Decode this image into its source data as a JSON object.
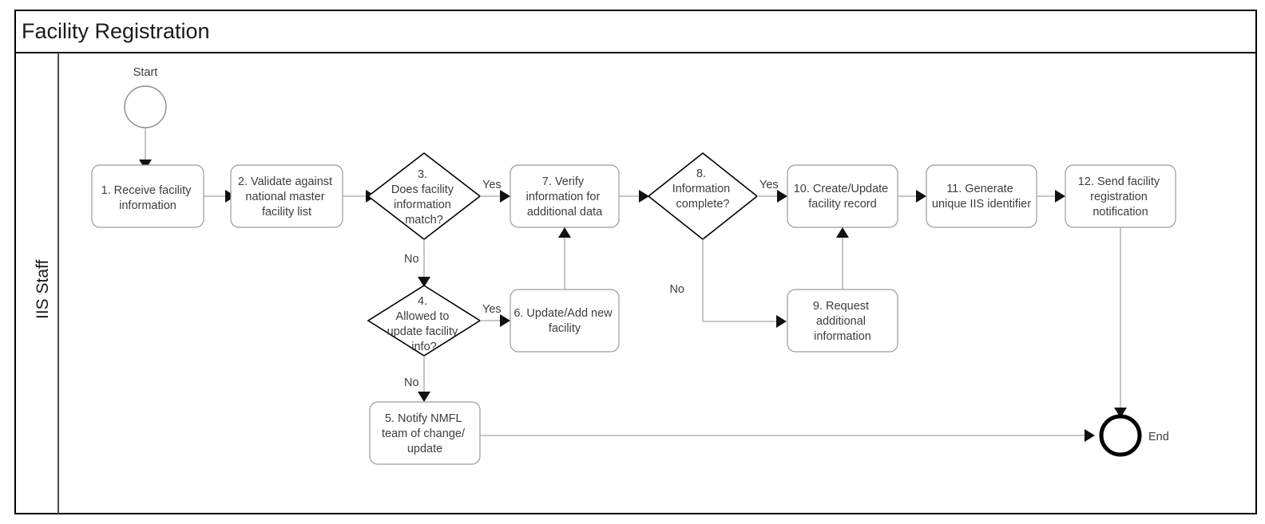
{
  "diagram": {
    "title": "Facility Registration",
    "lane": {
      "label": "IIS Staff"
    },
    "events": {
      "start": {
        "label": "Start"
      },
      "end": {
        "label": "End"
      }
    },
    "nodes": [
      {
        "id": "n1",
        "type": "task",
        "lines": [
          "1. Receive facility",
          "information"
        ]
      },
      {
        "id": "n2",
        "type": "task",
        "lines": [
          "2. Validate against",
          "national master",
          "facility list"
        ]
      },
      {
        "id": "n3",
        "type": "gateway",
        "lines": [
          "3.",
          "Does facility",
          "information",
          "match?"
        ]
      },
      {
        "id": "n4",
        "type": "gateway",
        "lines": [
          "4.",
          "Allowed to",
          "update facility",
          "info?"
        ]
      },
      {
        "id": "n5",
        "type": "task",
        "lines": [
          "5. Notify NMFL",
          "team of change/",
          "update"
        ]
      },
      {
        "id": "n6",
        "type": "task",
        "lines": [
          "6. Update/Add new",
          "facility"
        ]
      },
      {
        "id": "n7",
        "type": "task",
        "lines": [
          "7. Verify",
          "information for",
          "additional data"
        ]
      },
      {
        "id": "n8",
        "type": "gateway",
        "lines": [
          "8.",
          "Information",
          "complete?"
        ]
      },
      {
        "id": "n9",
        "type": "task",
        "lines": [
          "9. Request",
          "additional",
          "information"
        ]
      },
      {
        "id": "n10",
        "type": "task",
        "lines": [
          "10. Create/Update",
          "facility record"
        ]
      },
      {
        "id": "n11",
        "type": "task",
        "lines": [
          "11. Generate",
          "unique IIS identifier"
        ]
      },
      {
        "id": "n12",
        "type": "task",
        "lines": [
          "12. Send facility",
          "registration",
          "notification"
        ]
      }
    ],
    "flow_labels": {
      "g3_yes": "Yes",
      "g3_no": "No",
      "g4_yes": "Yes",
      "g4_no": "No",
      "g8_yes": "Yes",
      "g8_no": "No"
    },
    "colors": {
      "frame": "#000000",
      "task_stroke": "#9b9b9b",
      "gateway_stroke": "#000000",
      "flow_stroke": "#a6a6a6",
      "text": "#3d3d3d",
      "background": "#ffffff"
    }
  }
}
